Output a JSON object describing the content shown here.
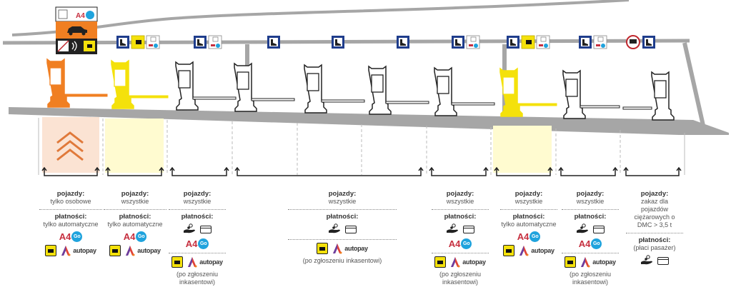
{
  "title": "Schemat pasów bramki poboru opłat",
  "colors": {
    "structure_gray": "#a6a6a6",
    "auto_lane_orange": "#f07f22",
    "auto_lane_orange_fill": "#fbe3d3",
    "viatoll_yellow": "#f4e10b",
    "viatoll_fill": "#fffbd0",
    "a4go_red": "#c62f3f",
    "a4go_blue": "#1fa3dd",
    "manual_sign_blue": "#1f3d8c",
    "no_truck_red": "#c0272d"
  },
  "top_sign": {
    "icons": [
      "contactless-icon",
      "a4go-logo",
      "car-icon",
      "no-cashier-icon",
      "contactless-icon",
      "viatoll-icon"
    ],
    "a4_text": "A4",
    "go_text": "Go"
  },
  "labels": {
    "vehicles": "pojazdy:",
    "payments": "płatności:",
    "a4": "A4",
    "go": "Go",
    "autopay": "autopay"
  },
  "lanes": [
    {
      "id": 1,
      "kind": "automatic-express",
      "gate_color": "orange",
      "overhead_signs": [
        "no-cashier-sign"
      ],
      "vehicles": "tylko osobowe",
      "payments": "tylko automatyczne",
      "methods": [
        "a4go",
        "viatoll",
        "autopay"
      ],
      "note": ""
    },
    {
      "id": 2,
      "kind": "automatic",
      "gate_color": "yellow",
      "overhead_signs": [
        "cashier-sign",
        "viatoll-sign",
        "a4go-sign"
      ],
      "vehicles": "wszystkie",
      "payments": "tylko automatyczne",
      "methods": [
        "a4go",
        "viatoll",
        "autopay"
      ],
      "note": ""
    },
    {
      "id": 3,
      "kind": "mixed",
      "gate_color": "white",
      "overhead_signs": [
        "cashier-sign",
        "a4go-sign"
      ],
      "vehicles": "wszystkie",
      "payments": "",
      "methods": [
        "cash",
        "card",
        "a4go"
      ],
      "extra_methods": [
        "viatoll",
        "autopay"
      ],
      "note": "(po zgłoszeniu inkasentowi)"
    },
    {
      "id": 4,
      "kind": "manual",
      "gate_color": "white",
      "overhead_signs": [
        "cashier-sign",
        "cashier-sign",
        "cashier-sign"
      ],
      "vehicles": "wszystkie",
      "payments": "",
      "methods": [
        "cash",
        "card"
      ],
      "extra_methods": [
        "viatoll",
        "autopay"
      ],
      "note": "(po zgłoszeniu inkasentowi)"
    },
    {
      "id": 5,
      "kind": "mixed",
      "gate_color": "white",
      "overhead_signs": [
        "cashier-sign",
        "a4go-sign"
      ],
      "vehicles": "wszystkie",
      "payments": "",
      "methods": [
        "cash",
        "card",
        "a4go"
      ],
      "extra_methods": [
        "viatoll",
        "autopay"
      ],
      "note": "(po zgłoszeniu inkasentowi)"
    },
    {
      "id": 6,
      "kind": "automatic",
      "gate_color": "yellow",
      "overhead_signs": [
        "cashier-sign",
        "viatoll-sign",
        "a4go-sign"
      ],
      "vehicles": "wszystkie",
      "payments": "tylko automatyczne",
      "methods": [
        "a4go",
        "viatoll",
        "autopay"
      ],
      "note": ""
    },
    {
      "id": 7,
      "kind": "mixed",
      "gate_color": "white",
      "overhead_signs": [
        "cashier-sign",
        "a4go-sign"
      ],
      "vehicles": "wszystkie",
      "payments": "",
      "methods": [
        "cash",
        "card",
        "a4go"
      ],
      "extra_methods": [
        "viatoll",
        "autopay"
      ],
      "note": "(po zgłoszeniu inkasentowi)"
    },
    {
      "id": 8,
      "kind": "passenger-side",
      "gate_color": "white",
      "overhead_signs": [
        "no-truck-sign",
        "cashier-sign-right"
      ],
      "vehicles": "zakaz dla pojazdów ciężarowych o DMC > 3,5 t",
      "payments": "(płaci pasażer)",
      "methods": [
        "cash",
        "card"
      ],
      "note": ""
    }
  ]
}
